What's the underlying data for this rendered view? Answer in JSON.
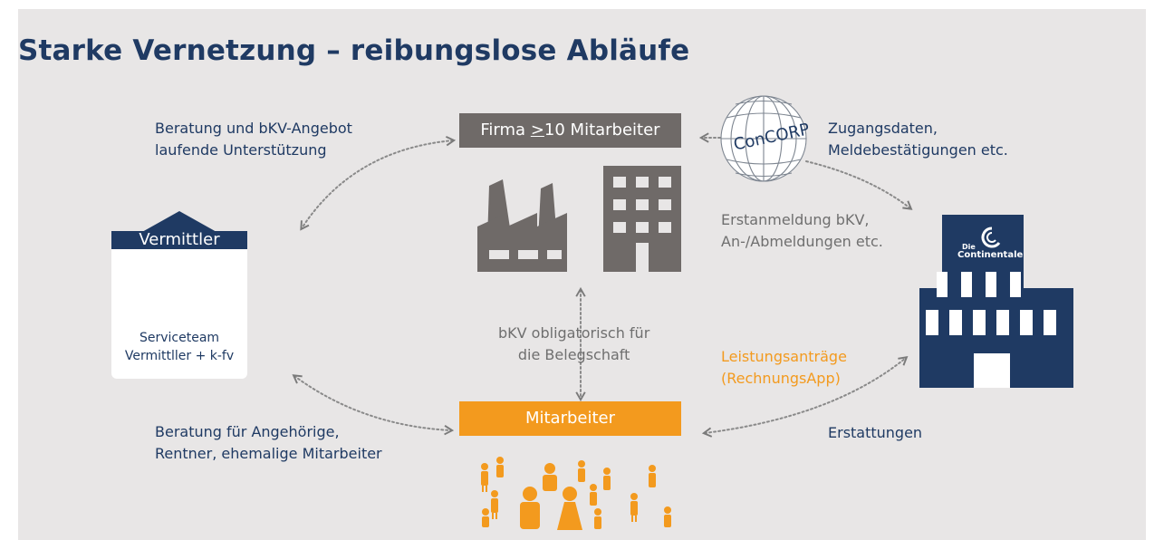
{
  "title": "Starke Vernetzung – reibungslose Abläufe",
  "firma": {
    "label_pre": "Firma ",
    "label_ge": ">",
    "label_post": "10 Mitarbeiter"
  },
  "mitarbeiter": {
    "label": "Mitarbeiter"
  },
  "vermittler": {
    "label": "Vermittler",
    "line1": "Serviceteam",
    "line2": "Vermittller + k-fv"
  },
  "concorp": {
    "label": "ConCORP"
  },
  "continentale": {
    "label_small": "Die",
    "label": "Continentale"
  },
  "texts": {
    "beratung1": "Beratung und bKV-Angebot",
    "beratung2": "laufende Unterstützung",
    "zugang1": "Zugangsdaten,",
    "zugang2": "Meldebestätigungen etc.",
    "erst1": "Erstanmeldung bKV,",
    "erst2": "An-/Abmeldungen etc.",
    "bkv1": "bKV obligatorisch für",
    "bkv2": "die Belegschaft",
    "leist1": "Leistungsanträge",
    "leist2": "(RechnungsApp)",
    "angeh1": "Beratung für Angehörige,",
    "angeh2": "Rentner, ehemalige Mitarbeiter",
    "erstattungen": "Erstattungen"
  },
  "colors": {
    "navy": "#1f3a63",
    "gray": "#6f6a68",
    "orange": "#f39a1e",
    "background": "#e8e6e6"
  }
}
